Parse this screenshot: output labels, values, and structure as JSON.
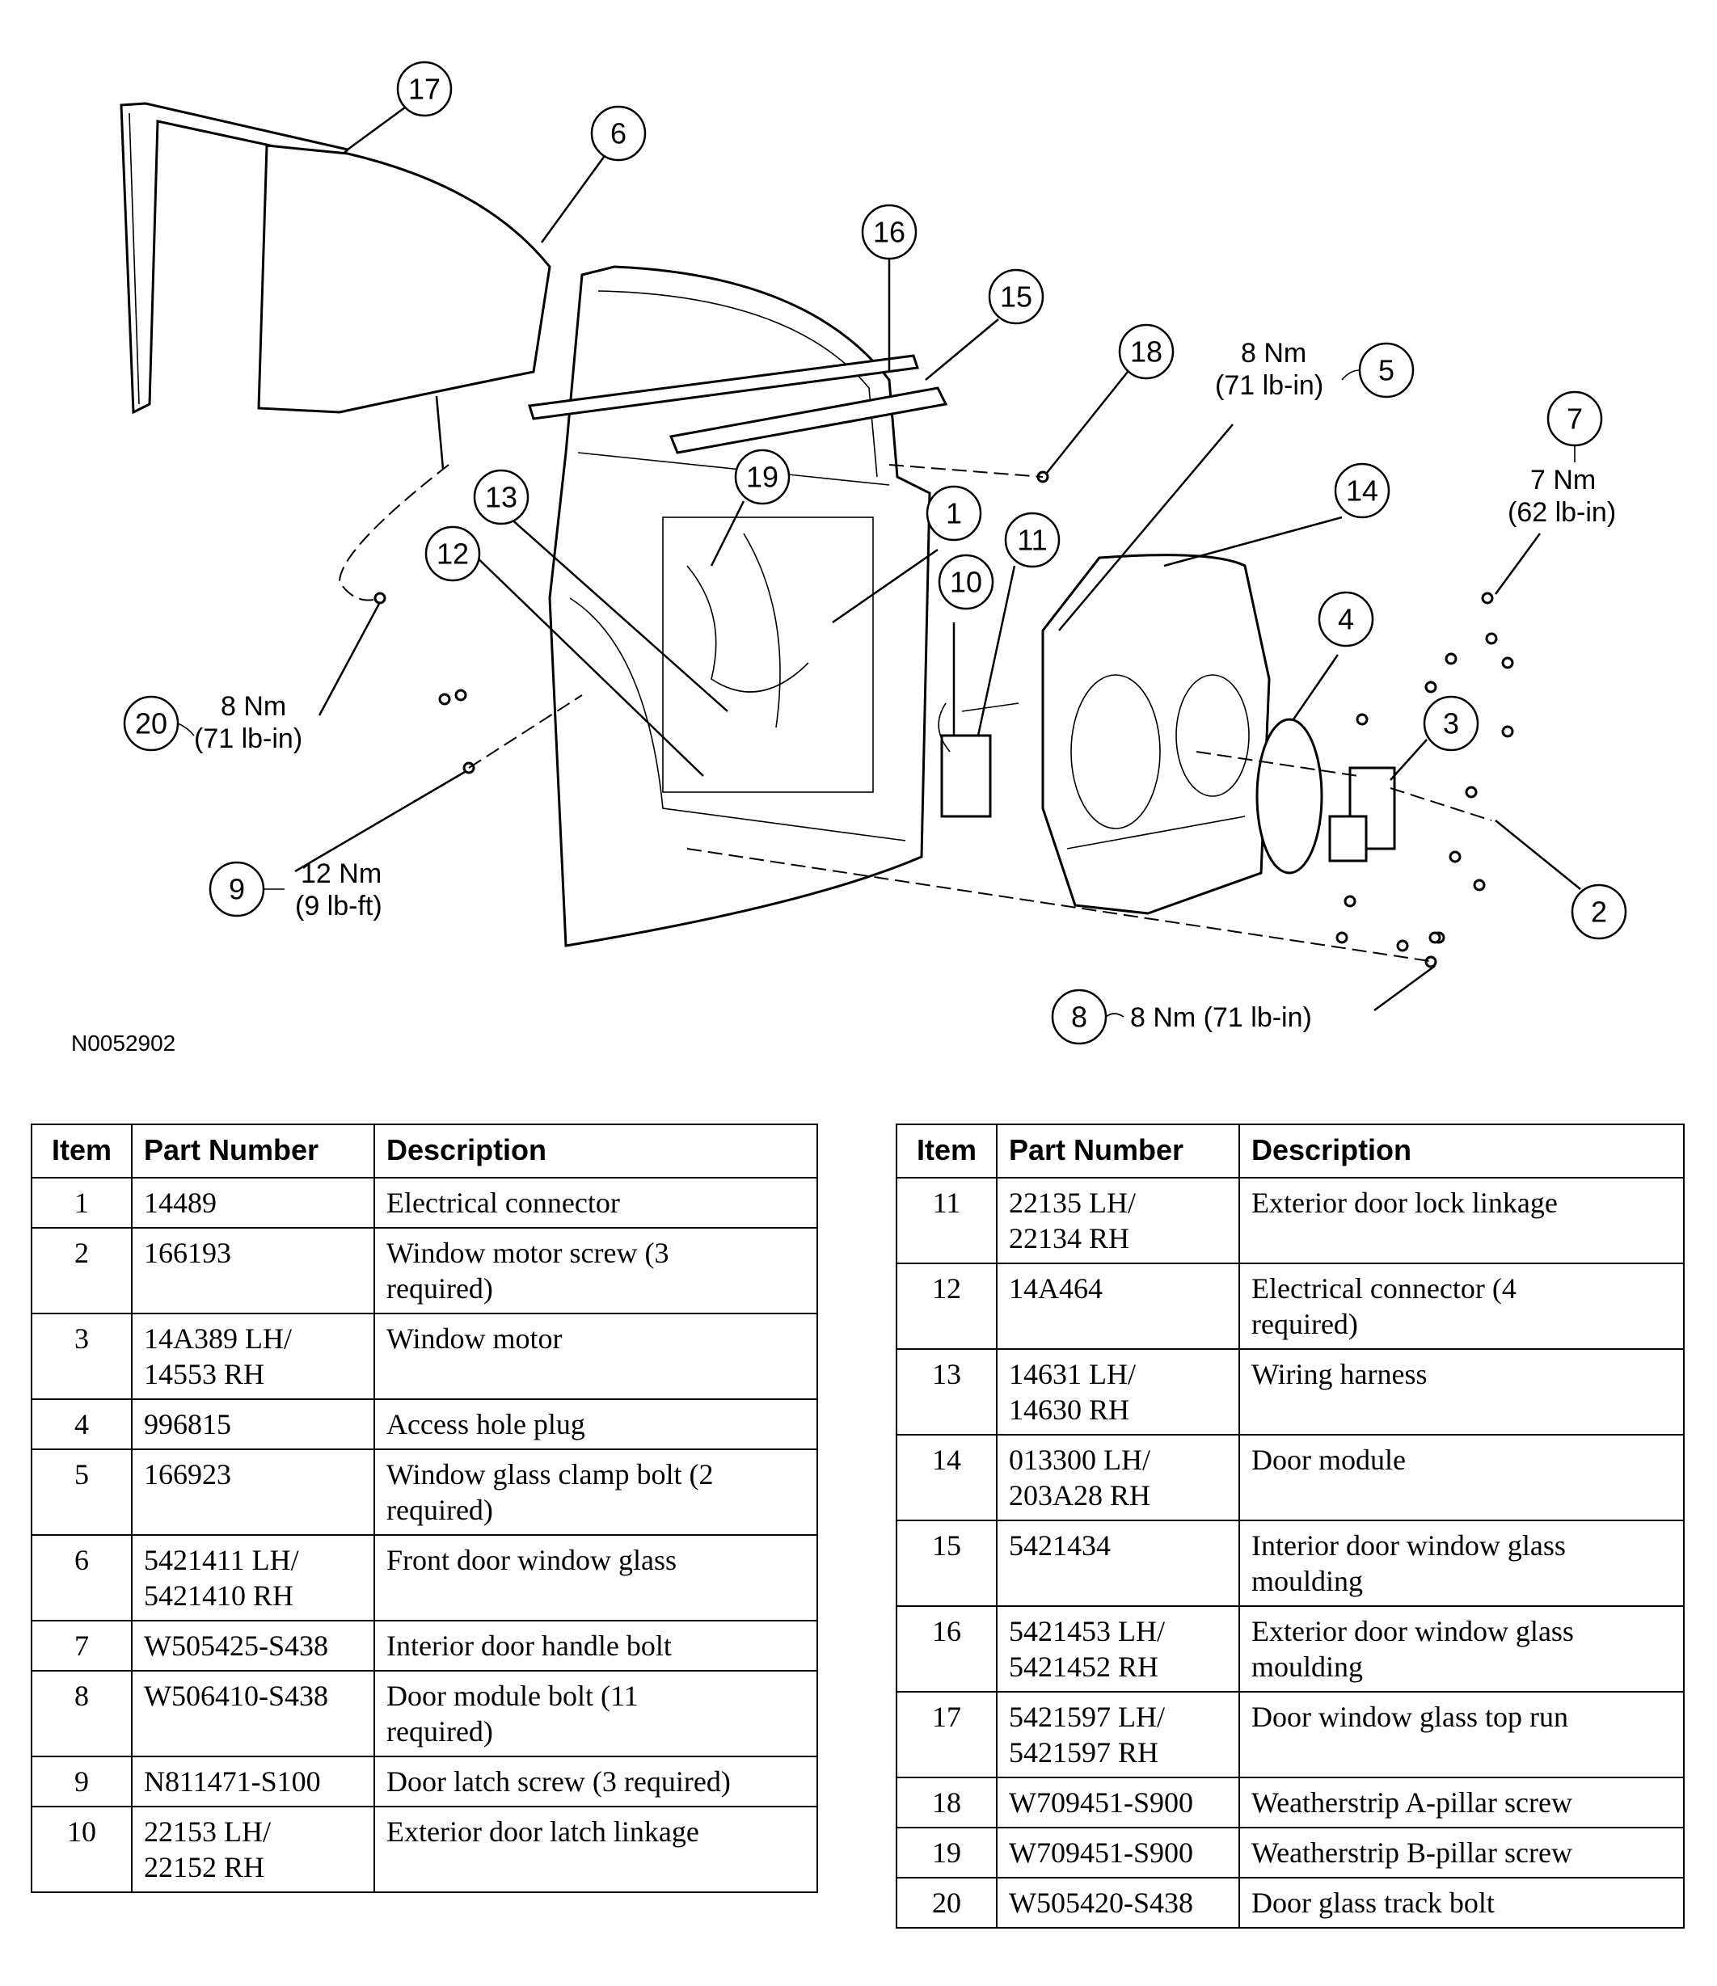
{
  "diagram": {
    "figure_id": "N0052902",
    "callouts": [
      {
        "num": "1"
      },
      {
        "num": "2"
      },
      {
        "num": "3"
      },
      {
        "num": "4"
      },
      {
        "num": "5"
      },
      {
        "num": "6"
      },
      {
        "num": "7"
      },
      {
        "num": "8"
      },
      {
        "num": "9"
      },
      {
        "num": "10"
      },
      {
        "num": "11"
      },
      {
        "num": "12"
      },
      {
        "num": "13"
      },
      {
        "num": "14"
      },
      {
        "num": "15"
      },
      {
        "num": "16"
      },
      {
        "num": "17"
      },
      {
        "num": "18"
      },
      {
        "num": "19"
      },
      {
        "num": "20"
      }
    ],
    "torque": {
      "t5_nm": "8 Nm",
      "t5_lb": "(71 lb-in)",
      "t7_nm": "7 Nm",
      "t7_lb": "(62 lb-in)",
      "t20_nm": "8 Nm",
      "t20_lb": "(71 lb-in)",
      "t9_nm": "12 Nm",
      "t9_lb": "(9 lb-ft)",
      "t8": "8 Nm (71 lb-in)"
    }
  },
  "table_headers": {
    "item": "Item",
    "part_number": "Part Number",
    "description": "Description"
  },
  "table_left": [
    {
      "item": "1",
      "part": [
        "14489"
      ],
      "desc": [
        "Electrical connector"
      ]
    },
    {
      "item": "2",
      "part": [
        "166193"
      ],
      "desc": [
        "Window motor screw (3",
        "required)"
      ]
    },
    {
      "item": "3",
      "part": [
        "14A389 LH/",
        "14553 RH"
      ],
      "desc": [
        "Window motor"
      ]
    },
    {
      "item": "4",
      "part": [
        "996815"
      ],
      "desc": [
        "Access hole plug"
      ]
    },
    {
      "item": "5",
      "part": [
        "166923"
      ],
      "desc": [
        "Window glass clamp bolt (2",
        "required)"
      ]
    },
    {
      "item": "6",
      "part": [
        "5421411 LH/",
        "5421410 RH"
      ],
      "desc": [
        "Front door window glass"
      ]
    },
    {
      "item": "7",
      "part": [
        "W505425-S438"
      ],
      "desc": [
        "Interior door handle bolt"
      ]
    },
    {
      "item": "8",
      "part": [
        "W506410-S438"
      ],
      "desc": [
        "Door module bolt (11",
        "required)"
      ]
    },
    {
      "item": "9",
      "part": [
        "N811471-S100"
      ],
      "desc": [
        "Door latch screw (3 required)"
      ]
    },
    {
      "item": "10",
      "part": [
        "22153 LH/",
        "22152 RH"
      ],
      "desc": [
        "Exterior door latch linkage"
      ]
    }
  ],
  "table_right": [
    {
      "item": "11",
      "part": [
        "22135 LH/",
        "22134 RH"
      ],
      "desc": [
        "Exterior door lock linkage"
      ]
    },
    {
      "item": "12",
      "part": [
        "14A464"
      ],
      "desc": [
        "Electrical connector (4",
        "required)"
      ]
    },
    {
      "item": "13",
      "part": [
        "14631 LH/",
        "14630 RH"
      ],
      "desc": [
        "Wiring harness"
      ]
    },
    {
      "item": "14",
      "part": [
        "013300 LH/",
        "203A28 RH"
      ],
      "desc": [
        "Door module"
      ]
    },
    {
      "item": "15",
      "part": [
        "5421434"
      ],
      "desc": [
        "Interior door window glass",
        "moulding"
      ]
    },
    {
      "item": "16",
      "part": [
        "5421453 LH/",
        "5421452 RH"
      ],
      "desc": [
        "Exterior door window glass",
        "moulding"
      ]
    },
    {
      "item": "17",
      "part": [
        "5421597 LH/",
        "5421597 RH"
      ],
      "desc": [
        "Door window glass top run"
      ]
    },
    {
      "item": "18",
      "part": [
        "W709451-S900"
      ],
      "desc": [
        "Weatherstrip A-pillar screw"
      ]
    },
    {
      "item": "19",
      "part": [
        "W709451-S900"
      ],
      "desc": [
        "Weatherstrip B-pillar screw"
      ]
    },
    {
      "item": "20",
      "part": [
        "W505420-S438"
      ],
      "desc": [
        "Door glass track bolt"
      ]
    }
  ]
}
